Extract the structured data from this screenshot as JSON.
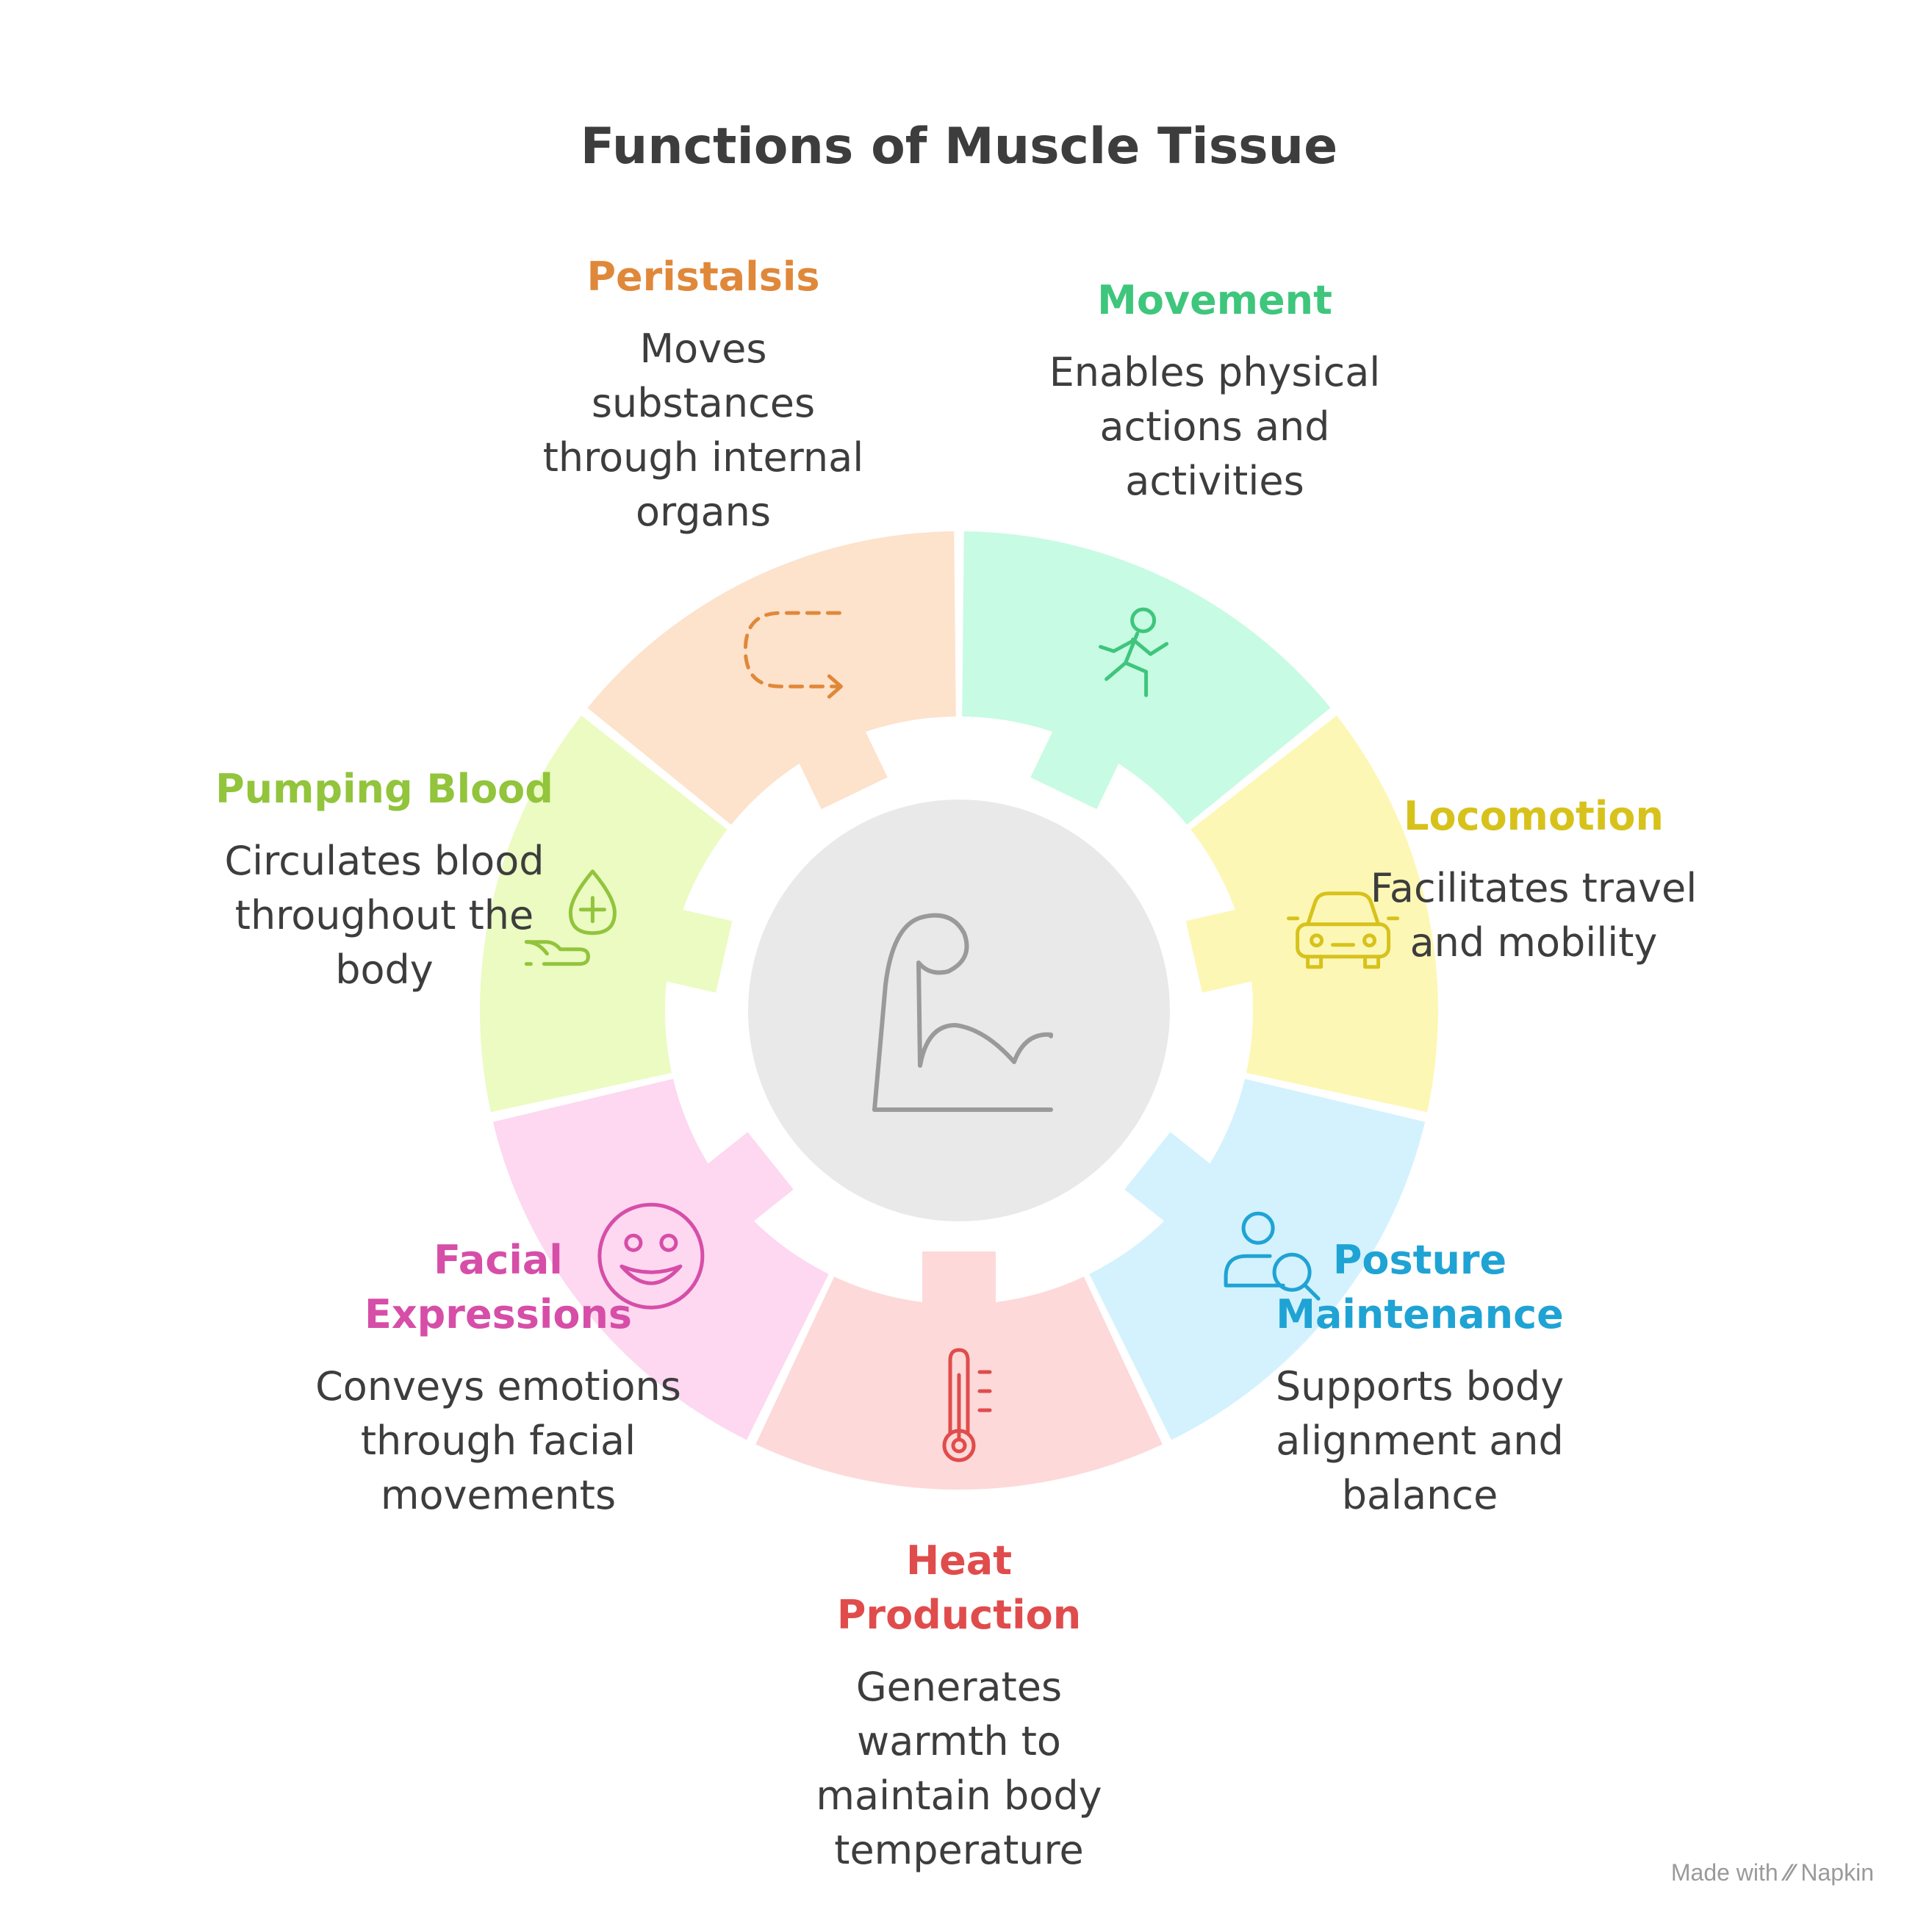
{
  "title": "Functions of Muscle Tissue",
  "center_icon": "flexed-bicep-icon",
  "colors": {
    "title": "#3d3d3d",
    "text": "#3d3d3d",
    "center_fill": "#e9e9e9",
    "center_icon": "#9a9a9a"
  },
  "functions": [
    {
      "id": "movement",
      "title": "Movement",
      "desc": "Enables physical actions and activities",
      "desc_lines": [
        "Enables physical",
        "actions and",
        "activities"
      ],
      "icon": "running-person-icon",
      "color": "#3ec67c",
      "fill": "#c8fbe3"
    },
    {
      "id": "locomotion",
      "title": "Locomotion",
      "desc": "Facilitates travel and mobility",
      "desc_lines": [
        "Facilitates travel",
        "and mobility"
      ],
      "icon": "car-icon",
      "color": "#d7c21c",
      "fill": "#fdf7b6"
    },
    {
      "id": "posture",
      "title": "Posture Maintenance",
      "title_lines": [
        "Posture",
        "Maintenance"
      ],
      "desc": "Supports body alignment and balance",
      "desc_lines": [
        "Supports body",
        "alignment and",
        "balance"
      ],
      "icon": "person-search-icon",
      "color": "#1fa3d4",
      "fill": "#d3f2fd"
    },
    {
      "id": "heat",
      "title": "Heat Production",
      "title_lines": [
        "Heat",
        "Production"
      ],
      "desc": "Generates warmth to maintain body temperature",
      "desc_lines": [
        "Generates",
        "warmth to",
        "maintain body",
        "temperature"
      ],
      "icon": "thermometer-icon",
      "color": "#e04c4c",
      "fill": "#fdd9d9"
    },
    {
      "id": "facial",
      "title": "Facial Expressions",
      "title_lines": [
        "Facial",
        "Expressions"
      ],
      "desc": "Conveys emotions through facial movements",
      "desc_lines": [
        "Conveys emotions",
        "through facial",
        "movements"
      ],
      "icon": "smiley-face-icon",
      "color": "#d64ea8",
      "fill": "#fdd8f0"
    },
    {
      "id": "pumping",
      "title": "Pumping Blood",
      "desc": "Circulates blood throughout the body",
      "desc_lines": [
        "Circulates blood",
        "throughout the",
        "body"
      ],
      "icon": "blood-drop-hand-icon",
      "color": "#92c43c",
      "fill": "#ebfbc2"
    },
    {
      "id": "peristalsis",
      "title": "Peristalsis",
      "desc": "Moves substances through internal organs",
      "desc_lines": [
        "Moves",
        "substances",
        "through internal",
        "organs"
      ],
      "icon": "dashed-u-turn-arrow-icon",
      "color": "#e0883a",
      "fill": "#fde2cc"
    }
  ],
  "credit": {
    "prefix": "Made with",
    "brand": "Napkin",
    "icon": "napkin-logo-icon"
  }
}
